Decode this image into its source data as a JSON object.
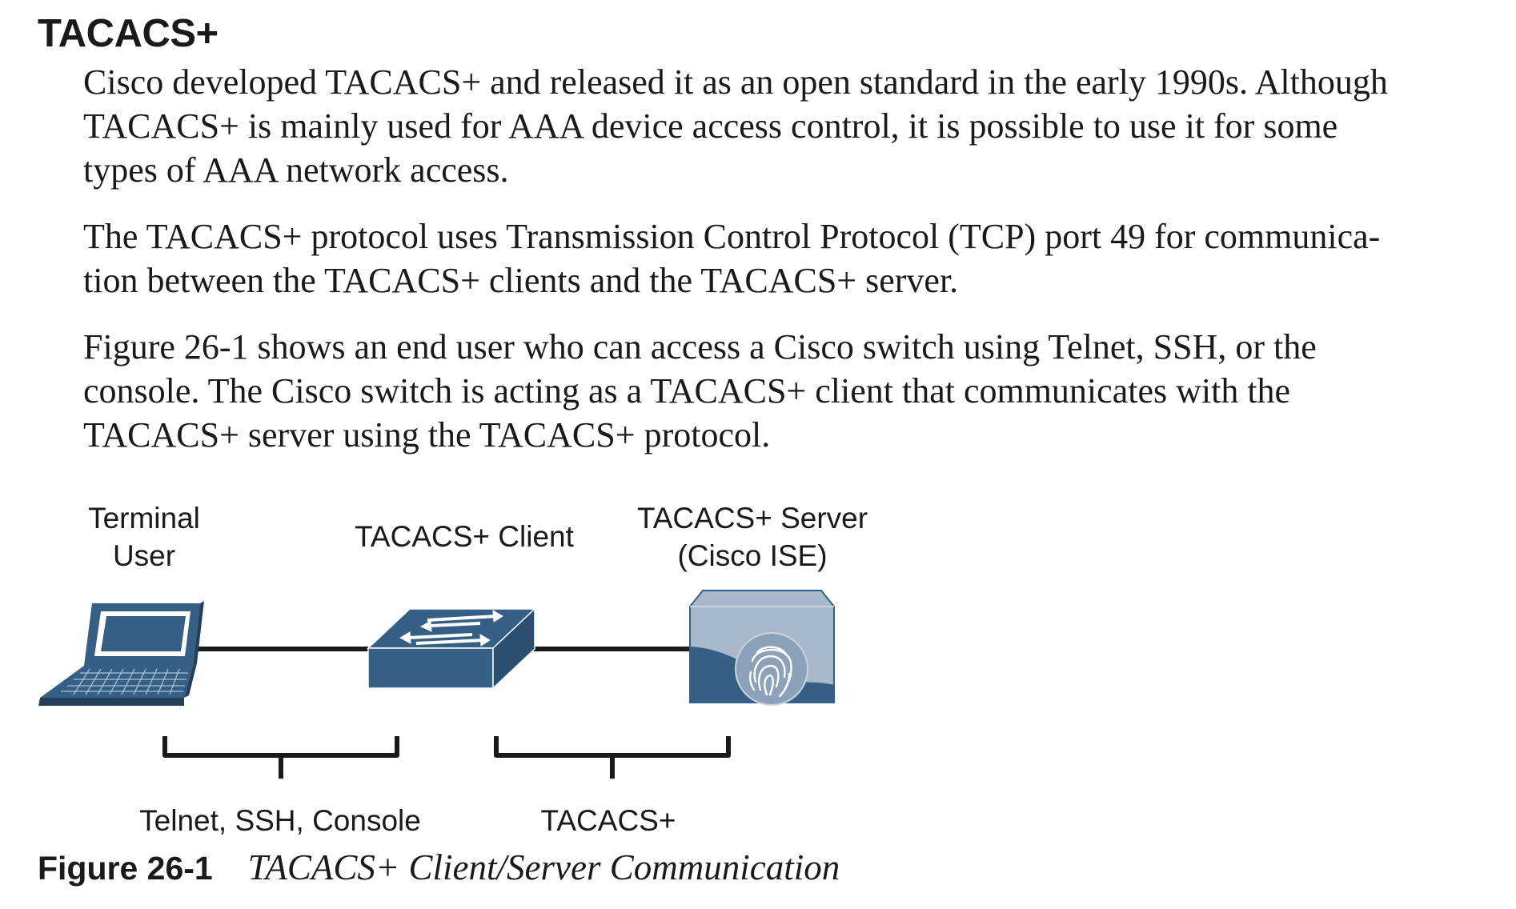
{
  "heading": "TACACS+",
  "paragraphs": [
    {
      "lines": [
        "Cisco developed TACACS+ and released it as an open standard in the early 1990s. Although",
        "TACACS+ is mainly used for AAA device access control, it is possible to use it for some",
        "types of AAA network access."
      ]
    },
    {
      "lines": [
        "The TACACS+ protocol uses Transmission Control Protocol (TCP) port 49 for communica-",
        "tion between the TACACS+ clients and the TACACS+ server."
      ]
    },
    {
      "lines": [
        "Figure 26-1 shows an end user who can access a Cisco switch using Telnet, SSH, or the",
        "console. The Cisco switch is acting as a TACACS+ client that communicates with the",
        "TACACS+ server using the TACACS+ protocol."
      ]
    }
  ],
  "figure": {
    "labels": {
      "terminal_user": [
        "Terminal",
        "User"
      ],
      "client": "TACACS+ Client",
      "server": [
        "TACACS+ Server",
        "(Cisco ISE)"
      ],
      "left_link": "Telnet, SSH, Console",
      "right_link": "TACACS+"
    },
    "icons": [
      "laptop-icon",
      "switch-icon",
      "cisco-ise-server-icon",
      "fingerprint-icon"
    ],
    "colors": {
      "device_blue": "#355f84",
      "device_light": "#a9b8ca",
      "link_line": "#1a1a1a"
    },
    "caption": {
      "number": "Figure 26-1",
      "title": "TACACS+ Client/Server Communication"
    }
  }
}
